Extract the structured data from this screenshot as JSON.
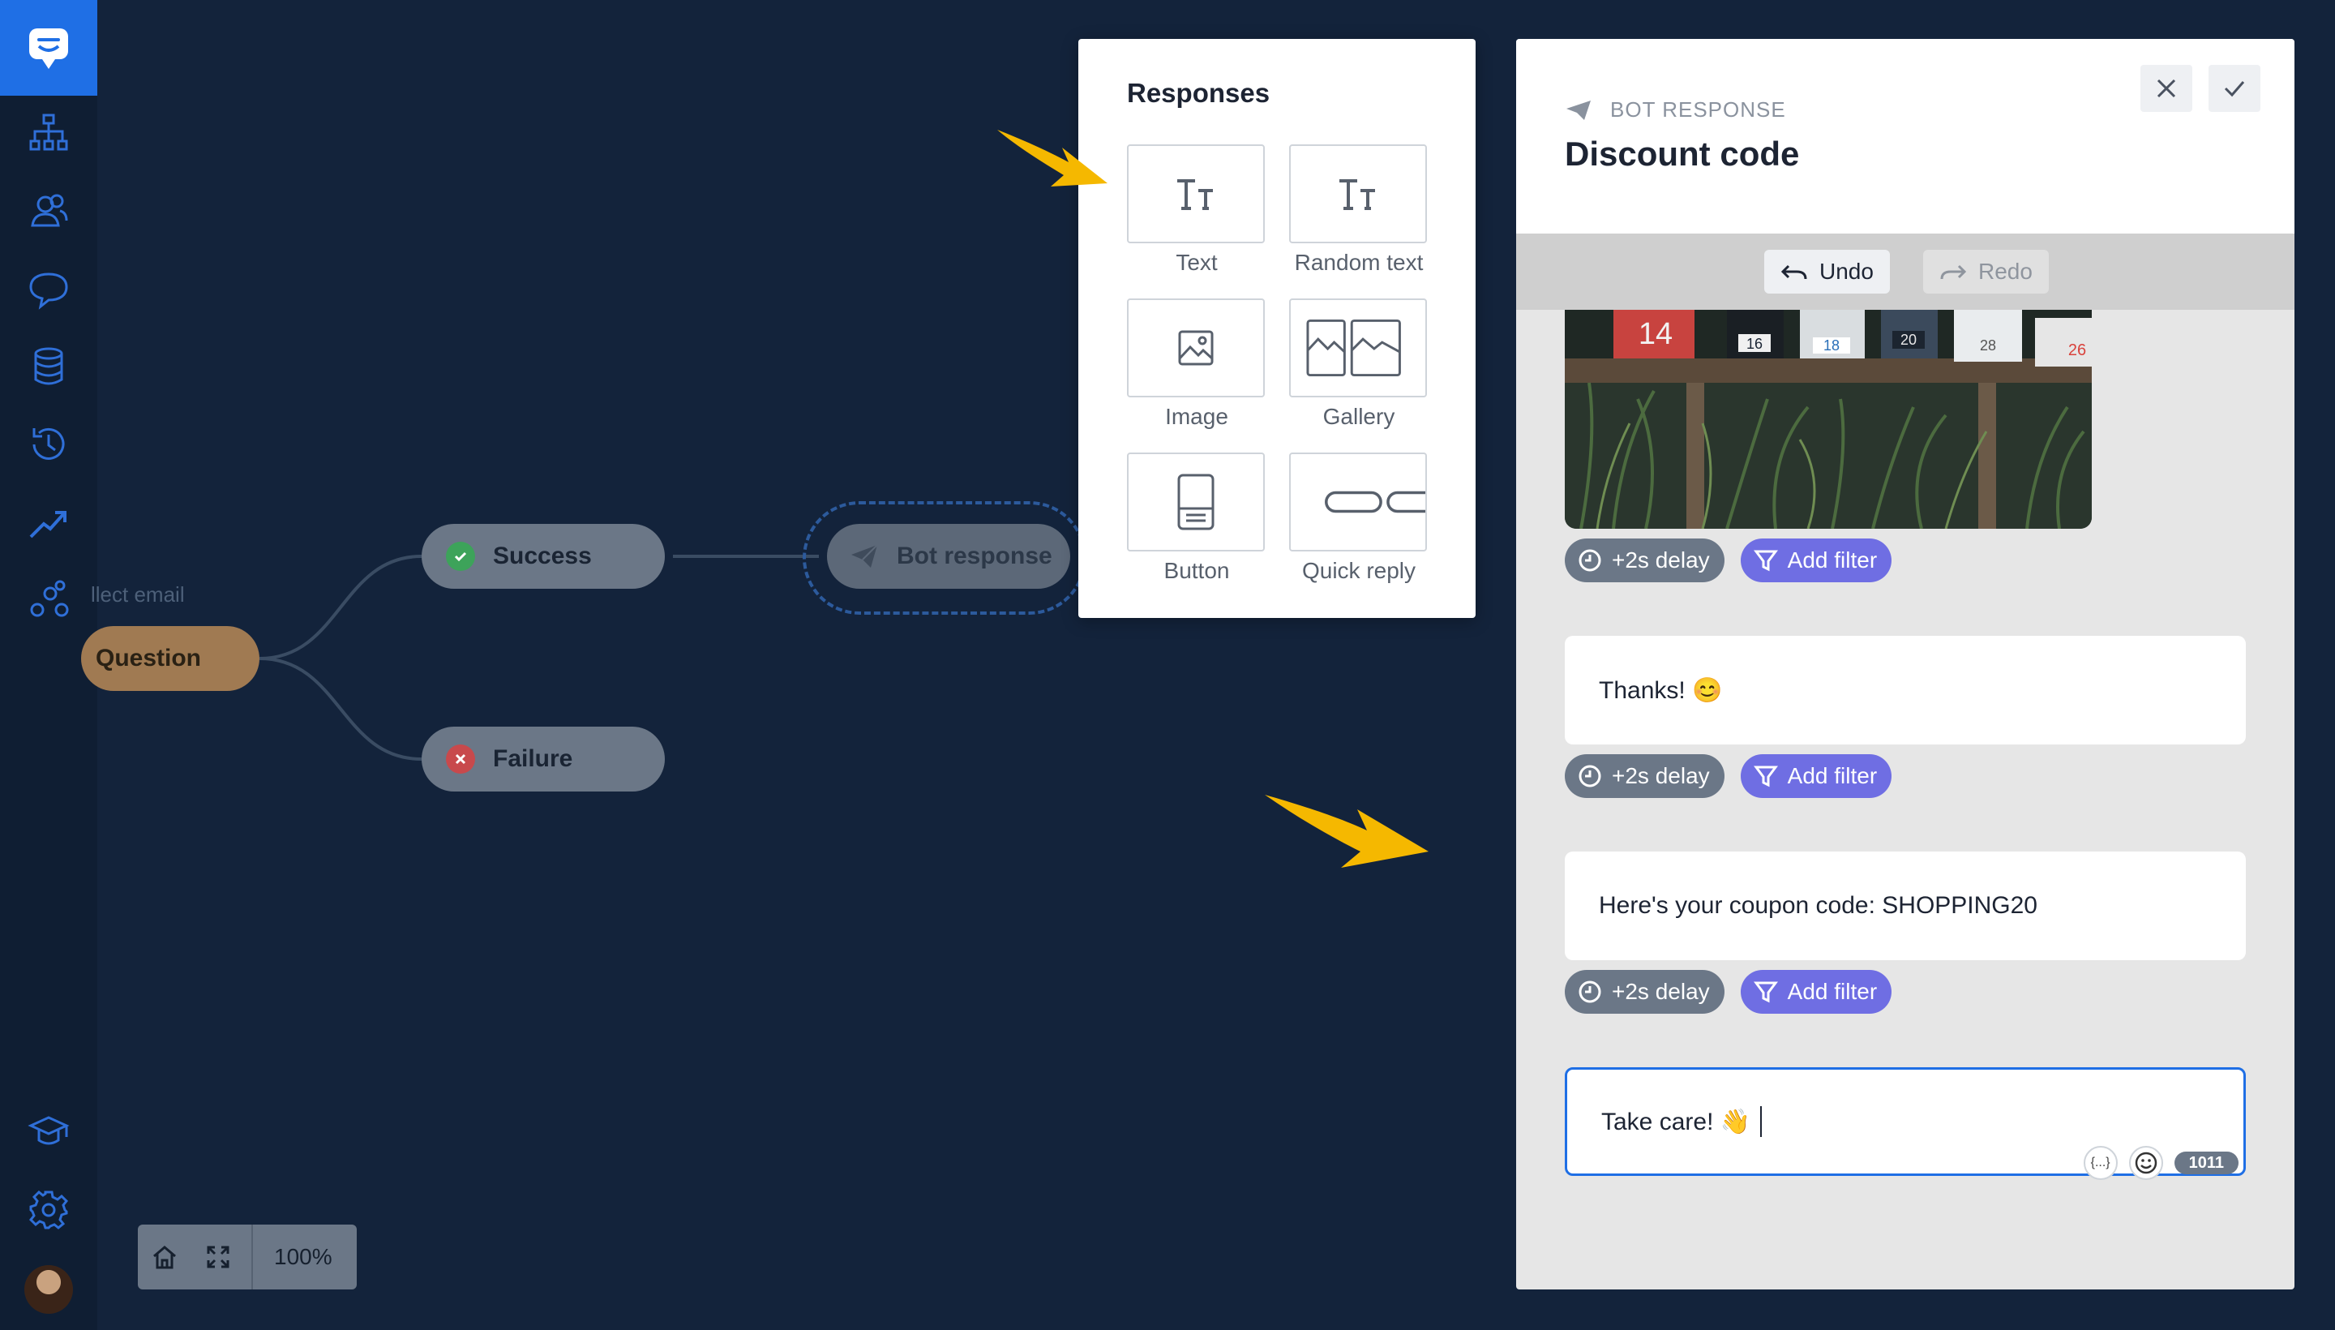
{
  "sidebar": {
    "items": [
      {
        "icon": "flow-tree-icon"
      },
      {
        "icon": "users-icon"
      },
      {
        "icon": "chat-bubble-icon"
      },
      {
        "icon": "database-icon"
      },
      {
        "icon": "history-clock-icon"
      },
      {
        "icon": "trend-chart-icon"
      },
      {
        "icon": "integrations-icon"
      }
    ],
    "bottom": [
      {
        "icon": "graduation-cap-icon"
      },
      {
        "icon": "gear-icon"
      }
    ]
  },
  "canvas": {
    "question_caption": "llect email",
    "question_label": "Question",
    "success_label": "Success",
    "failure_label": "Failure",
    "bot_response_label": "Bot response",
    "zoom": "100%"
  },
  "responses": {
    "title": "Responses",
    "tiles": [
      {
        "label": "Text",
        "icon": "text-icon"
      },
      {
        "label": "Random text",
        "icon": "random-text-icon"
      },
      {
        "label": "Image",
        "icon": "image-icon"
      },
      {
        "label": "Gallery",
        "icon": "gallery-icon"
      },
      {
        "label": "Button",
        "icon": "button-icon"
      },
      {
        "label": "Quick reply",
        "icon": "quick-reply-icon"
      }
    ]
  },
  "bot_panel": {
    "kicker": "BOT RESPONSE",
    "title": "Discount code",
    "undo_label": "Undo",
    "redo_label": "Redo",
    "delay_label": "+2s delay",
    "filter_label": "Add filter",
    "messages": [
      {
        "text": "Thanks! 😊"
      },
      {
        "text": "Here's your coupon code: SHOPPING20"
      },
      {
        "text": "Take care! 👋"
      }
    ],
    "variable_tool": "{...}",
    "char_counter": "1011",
    "photo_numbers": [
      "14",
      "16",
      "18",
      "20",
      "28",
      "26"
    ]
  },
  "colors": {
    "background": "#13233b",
    "sidebar": "#0f1e33",
    "accent_blue": "#1f6fe5",
    "filter_purple": "#6f6ee3",
    "arrow_yellow": "#f5b800"
  }
}
